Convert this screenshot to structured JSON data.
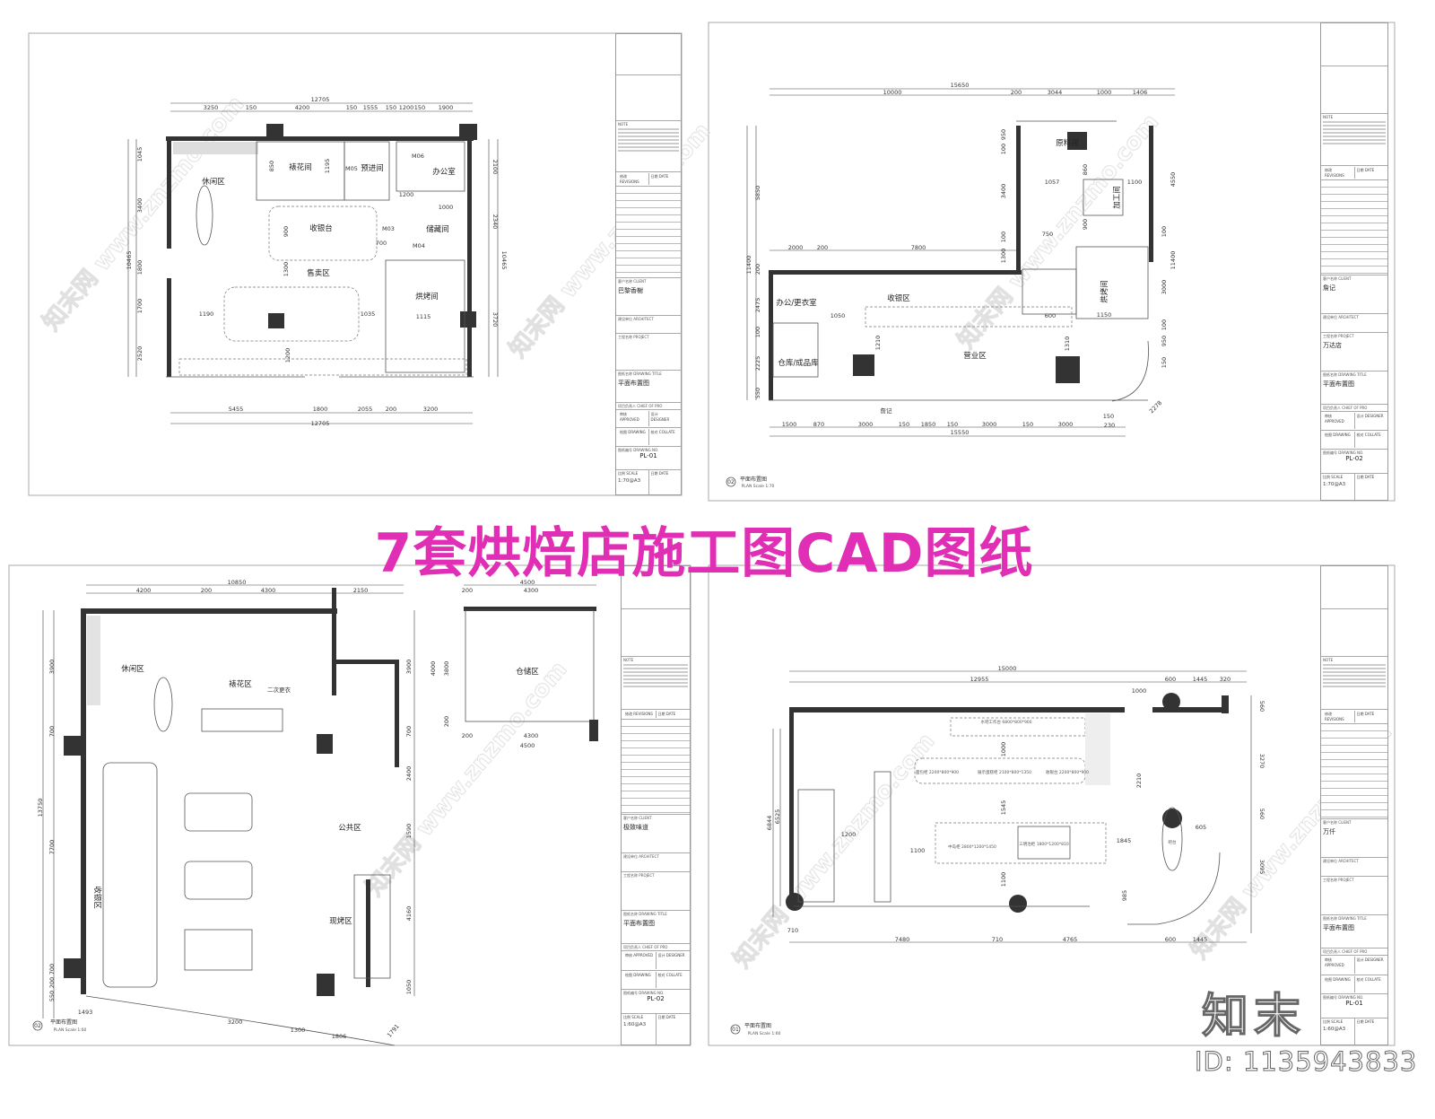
{
  "main_title": "7套烘焙店施工图CAD图纸",
  "watermark": {
    "site": "知末网 www.znzmo.com",
    "logo": "知末",
    "id": "ID: 1135943833"
  },
  "colors": {
    "title": "#e02fb4",
    "wall": "#333333",
    "line": "#555555"
  },
  "titleblock_labels": {
    "note": "NOTE",
    "revisions": "修改 REVISIONS",
    "date": "日期 DATE",
    "client": "客户名称 CLIENT",
    "architect": "建设单位 ARCHITECT",
    "project": "工程名称 PROJECT",
    "drawing_title": "图纸名称 DRAWING TITLE",
    "chief": "项目负责人 CHIEF OF PRO",
    "approved": "审核 APPROVED",
    "designer": "设计 DESIGNER",
    "drawing": "绘图 DRAWING",
    "collate": "校对 COLLATE",
    "drawing_no": "图纸编号 DRAWING NO.",
    "scale": "比例 SCALE",
    "date2": "日期 DATE"
  },
  "sheets": [
    {
      "titleblock": {
        "client": "巴黎香榭",
        "project": "",
        "drawing_title": "平面布置图",
        "drawing_no": "PL-01",
        "scale": "1:70@A3"
      },
      "caption": {
        "no": "",
        "title": "",
        "sub": ""
      },
      "dims_top": [
        "12705",
        "3250",
        "150",
        "4200",
        "150",
        "1555",
        "150",
        "1200",
        "150",
        "1900"
      ],
      "dims_bottom": [
        "5455",
        "1800",
        "2055",
        "200",
        "3200",
        "12705"
      ],
      "dims_left": [
        "1045",
        "3400",
        "1800",
        "1700",
        "2520",
        "10465"
      ],
      "dims_right": [
        "2100",
        "2340",
        "10465",
        "3720"
      ],
      "dims_inner": [
        "1190",
        "1035",
        "1300",
        "1200",
        "900",
        "1200",
        "1000",
        "700",
        "1115",
        "850",
        "1195"
      ],
      "rooms": [
        "休闲区",
        "裱花间",
        "预进间",
        "收银台",
        "储藏间",
        "售卖区",
        "烘烤间",
        "办公室",
        "M03",
        "M04",
        "M05",
        "M06"
      ]
    },
    {
      "titleblock": {
        "client": "詹记",
        "project": "万达店",
        "drawing_title": "平面布置图",
        "drawing_no": "PL-02",
        "scale": "1:70@A3"
      },
      "caption": {
        "no": "02",
        "title": "平面布置图",
        "sub": "PLAN  Scale 1:70"
      },
      "dims_top": [
        "15650",
        "10000",
        "200",
        "3044",
        "1000",
        "1406"
      ],
      "dims_mid": [
        "2000",
        "200",
        "7800"
      ],
      "dims_bottom": [
        "1500",
        "870",
        "3000",
        "150",
        "1850",
        "150",
        "3000",
        "150",
        "3000",
        "150",
        "230",
        "15550"
      ],
      "dims_left": [
        "5850",
        "11400",
        "200",
        "2475",
        "100",
        "2225",
        "550"
      ],
      "dims_right": [
        "100",
        "950",
        "3400",
        "100",
        "1300",
        "4550",
        "100",
        "11400",
        "3000",
        "100",
        "950",
        "150",
        "2278"
      ],
      "dims_inner": [
        "860",
        "1057",
        "1100",
        "900",
        "750",
        "1050",
        "600",
        "1210",
        "1310",
        "1150"
      ],
      "rooms": [
        "原料间",
        "加工间",
        "烘烤间",
        "收银区",
        "营业区",
        "办公/更衣室",
        "仓库/成品库",
        "詹记"
      ]
    },
    {
      "titleblock": {
        "client": "极致味道",
        "project": "",
        "drawing_title": "平面布置图",
        "drawing_no": "PL-02",
        "scale": "1:60@A3"
      },
      "caption": {
        "no": "02",
        "title": "平面布置图",
        "sub": "PLAN  Scale 1:60"
      },
      "dims_top": [
        "10850",
        "4200",
        "200",
        "4300",
        "2150"
      ],
      "dims_annex": [
        "4500",
        "200",
        "4300",
        "4000",
        "3800",
        "200",
        "200",
        "4300",
        "4500"
      ],
      "dims_left": [
        "3900",
        "700",
        "13750",
        "7700",
        "700",
        "200",
        "550"
      ],
      "dims_right": [
        "3900",
        "700",
        "2400",
        "1590",
        "4160",
        "1050"
      ],
      "dims_bottom": [
        "1493",
        "3200",
        "1300",
        "1806",
        "1791"
      ],
      "rooms": [
        "休闲区",
        "裱花区",
        "二次更衣",
        "收银区",
        "公共区",
        "现烤区",
        "仓储区"
      ]
    },
    {
      "titleblock": {
        "client": "万仟",
        "project": "",
        "drawing_title": "平面布置图",
        "drawing_no": "PL-01",
        "scale": "1:60@A3"
      },
      "caption": {
        "no": "01",
        "title": "平面布置图",
        "sub": "PLAN  Scale 1:60"
      },
      "dims_top": [
        "15000",
        "12955",
        "600",
        "1445",
        "320",
        "1000"
      ],
      "dims_bottom": [
        "710",
        "7480",
        "710",
        "4765",
        "600",
        "1445"
      ],
      "dims_left": [
        "6844",
        "6525"
      ],
      "dims_right": [
        "560",
        "3270",
        "560",
        "3095"
      ],
      "dims_inner": [
        "1000",
        "1545",
        "1100",
        "1200",
        "1100",
        "1845",
        "2210",
        "605",
        "985"
      ],
      "fixtures": [
        "水吧工作台 6800*800*900",
        "面包柜 2200*800*900",
        "展示蛋糕柜 2100*800*1350",
        "收银台 2200*800*900",
        "中岛柜 2800*1200*1450",
        "三明治柜 1800*1200*810",
        "吧台"
      ]
    }
  ]
}
